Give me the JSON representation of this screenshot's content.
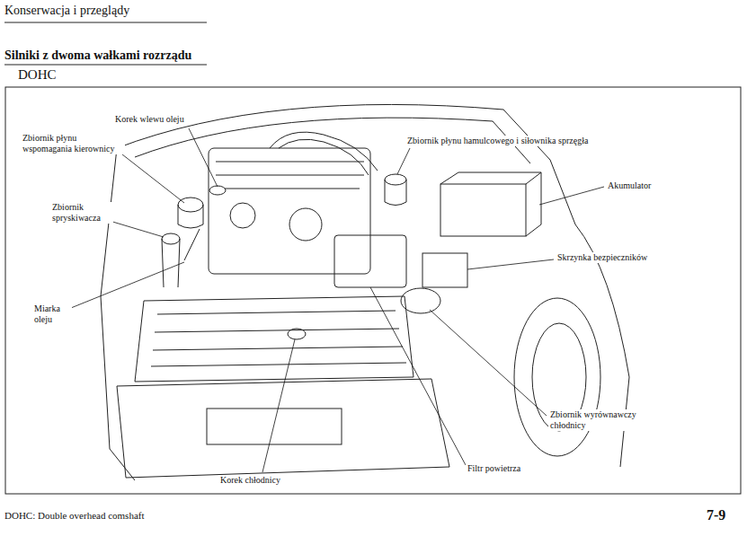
{
  "diagram": {
    "title": "Silniki z dwoma wałkami rozrządu",
    "labels": [
      "Konserwacja i przeglądy",
      "DOHC",
      "Korek wlewu oleju",
      "Zbiornik płynu wspomagania kierownicy",
      "Zbiornik płynu hamulcowego i siłownika sprzęgła",
      "Akumulator",
      "Zbiornik spryskiwacza",
      "Skrzynka bezpieczników",
      "Miarka oleju",
      "Zbiornik wyrównawczy chłodnicy",
      "Filtr powietrza",
      "Korek chłodnicy",
      "DOHC: Double overhead comshaft",
      "7-9"
    ]
  }
}
